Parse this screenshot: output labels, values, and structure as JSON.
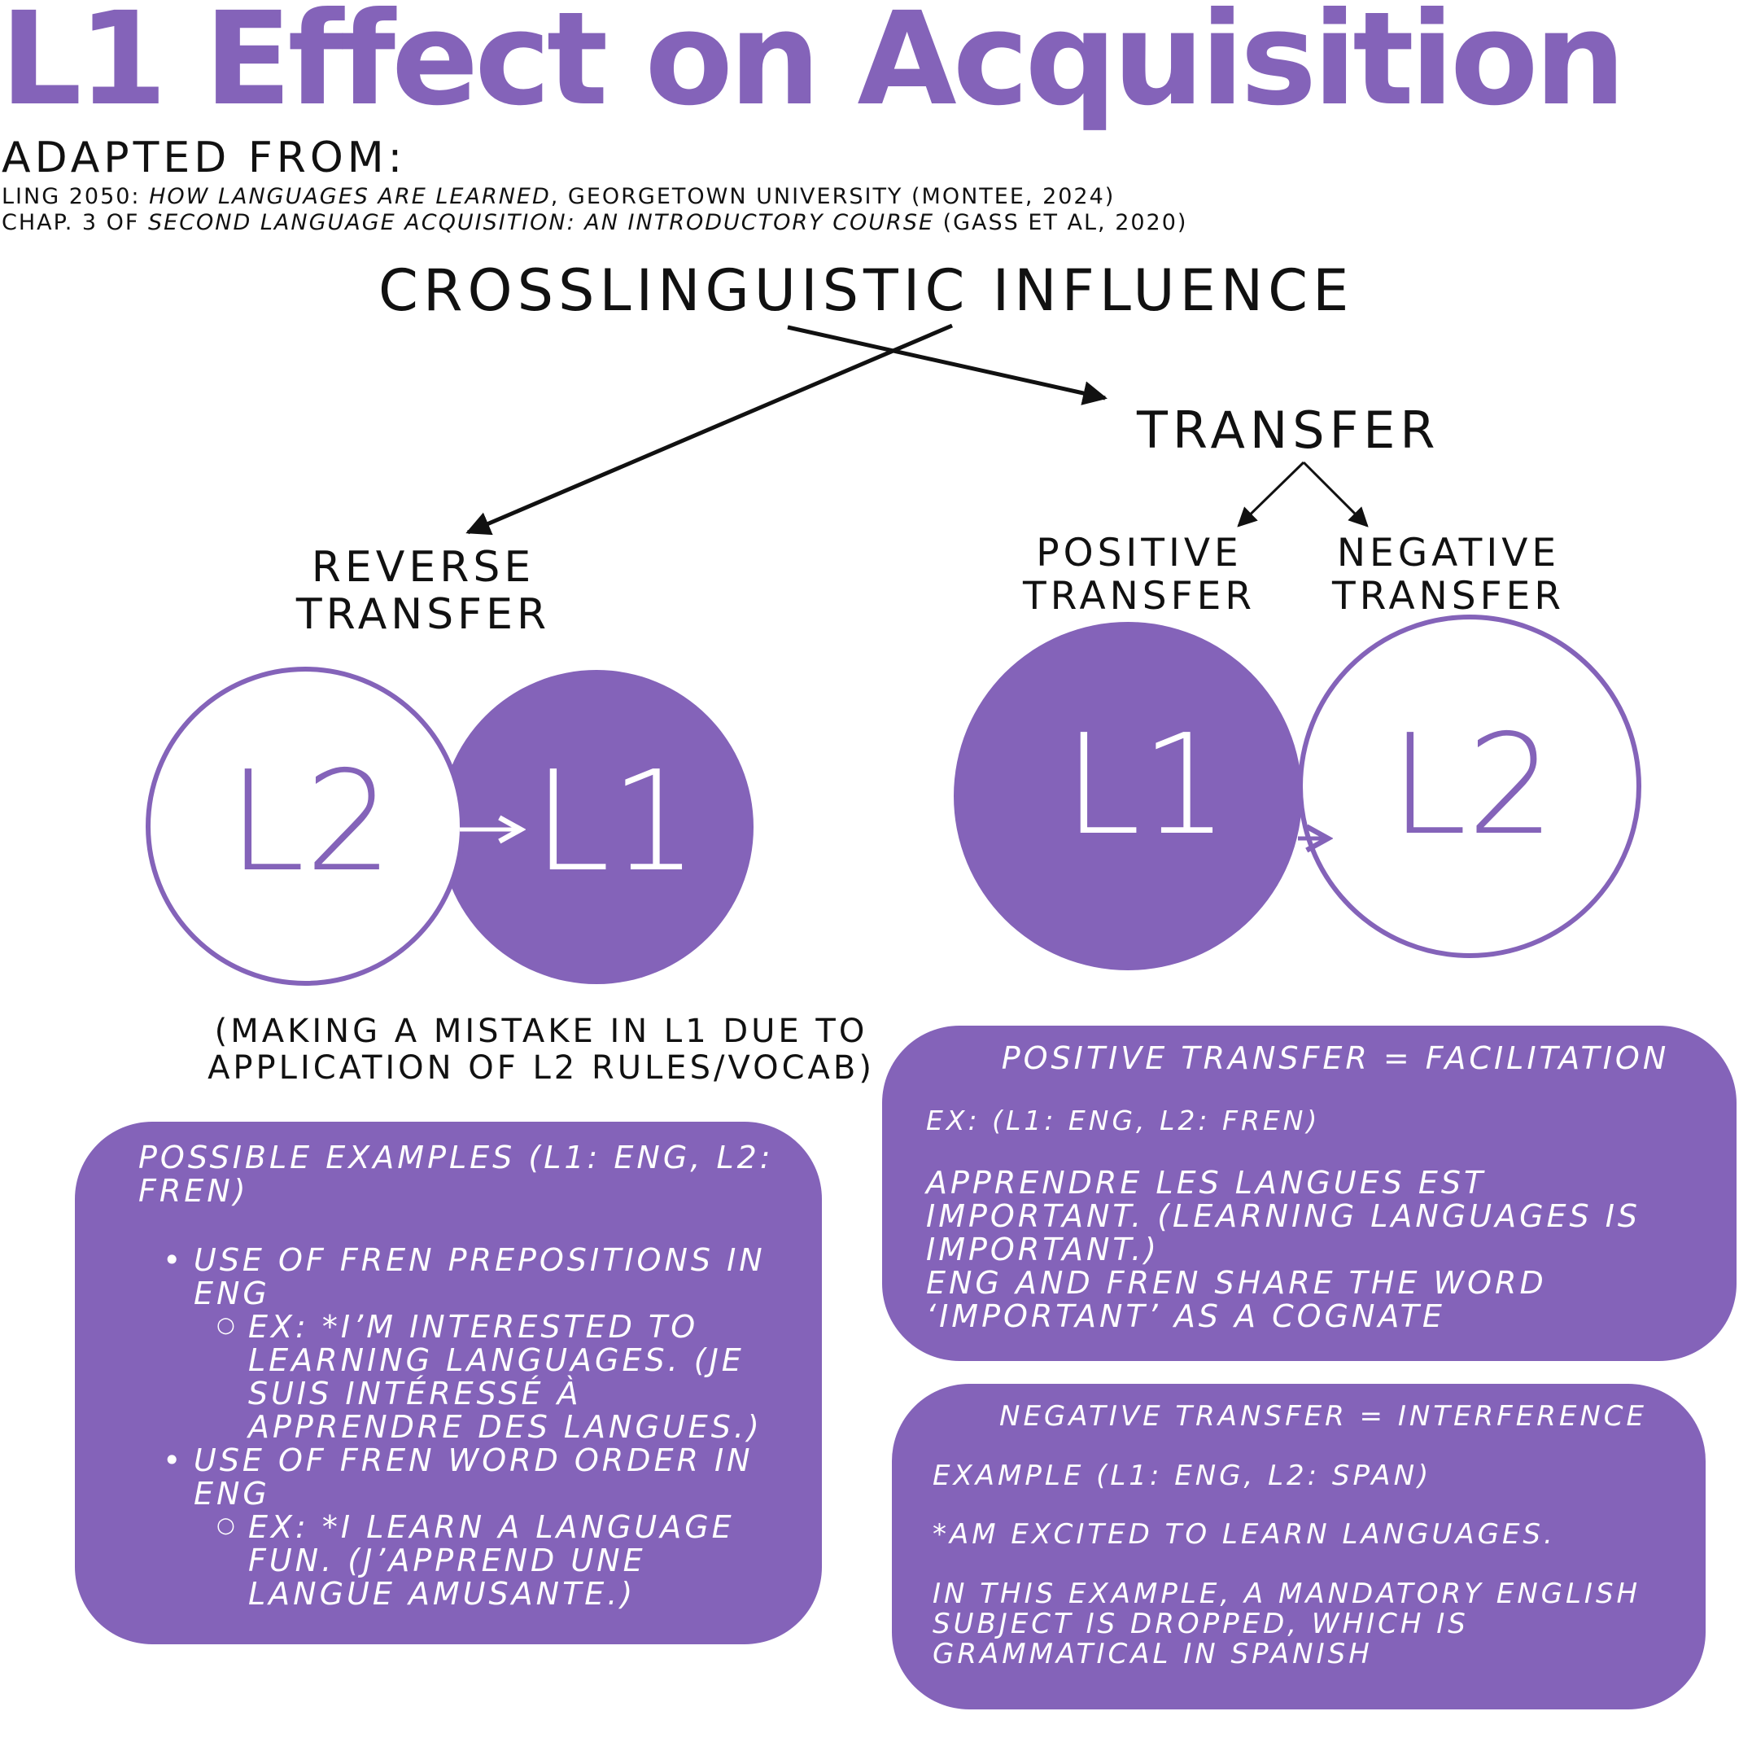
{
  "title": "L1 Effect on Acquisition",
  "adapted_from": "ADAPTED FROM:",
  "sources": [
    {
      "pre": "LING 2050: ",
      "italic": "HOW LANGUAGES ARE LEARNED",
      "post": ", GEORGETOWN UNIVERSITY (MONTEE, 2024)"
    },
    {
      "pre": "CHAP. 3 OF ",
      "italic": "SECOND LANGUAGE ACQUISITION: AN INTRODUCTORY COURSE",
      "post": " (GASS ET AL, 2020)"
    }
  ],
  "colors": {
    "accent": "#8463b9",
    "text": "#111111",
    "background": "#ffffff"
  },
  "diagram": {
    "root": "CROSSLINGUISTIC INFLUENCE",
    "transfer": "TRANSFER",
    "reverse_transfer": [
      "REVERSE",
      "TRANSFER"
    ],
    "positive_transfer": [
      "POSITIVE",
      "TRANSFER"
    ],
    "negative_transfer": [
      "NEGATIVE",
      "TRANSFER"
    ]
  },
  "circles": {
    "reverse": {
      "from": "L2",
      "to": "L1"
    },
    "transfer": {
      "from": "L1",
      "to": "L2"
    }
  },
  "reverse_note": [
    "(MAKING A MISTAKE IN L1 DUE TO",
    "APPLICATION OF L2 RULES/VOCAB)"
  ],
  "reverse_box": {
    "heading": [
      "POSSIBLE EXAMPLES (L1: ENG, L2:",
      "FREN)"
    ],
    "items": [
      {
        "text": [
          "USE OF FREN PREPOSITIONS IN",
          "ENG"
        ],
        "example": [
          "EX: *I’M INTERESTED TO",
          "LEARNING LANGUAGES. (JE",
          "SUIS INTÉRESSÉ À",
          "APPRENDRE DES LANGUES.)"
        ]
      },
      {
        "text": [
          "USE OF FREN WORD ORDER IN",
          "ENG"
        ],
        "example": [
          "EX: *I LEARN A LANGUAGE",
          "FUN. (J’APPREND UNE",
          "LANGUE AMUSANTE.)"
        ]
      }
    ]
  },
  "positive_box": {
    "heading": "POSITIVE TRANSFER = FACILITATION",
    "example_label": "EX: (L1: ENG, L2: FREN)",
    "body": [
      "APPRENDRE LES LANGUES EST",
      "IMPORTANT. (LEARNING LANGUAGES IS",
      "IMPORTANT.)",
      "ENG AND FREN SHARE THE WORD",
      "‘IMPORTANT’ AS A COGNATE"
    ]
  },
  "negative_box": {
    "heading": "NEGATIVE TRANSFER = INTERFERENCE",
    "example_label": "EXAMPLE (L1: ENG, L2: SPAN)",
    "sentence": "*AM EXCITED TO LEARN LANGUAGES.",
    "body": [
      "IN THIS EXAMPLE, A MANDATORY ENGLISH",
      "SUBJECT IS DROPPED, WHICH IS",
      "GRAMMATICAL IN SPANISH"
    ]
  }
}
